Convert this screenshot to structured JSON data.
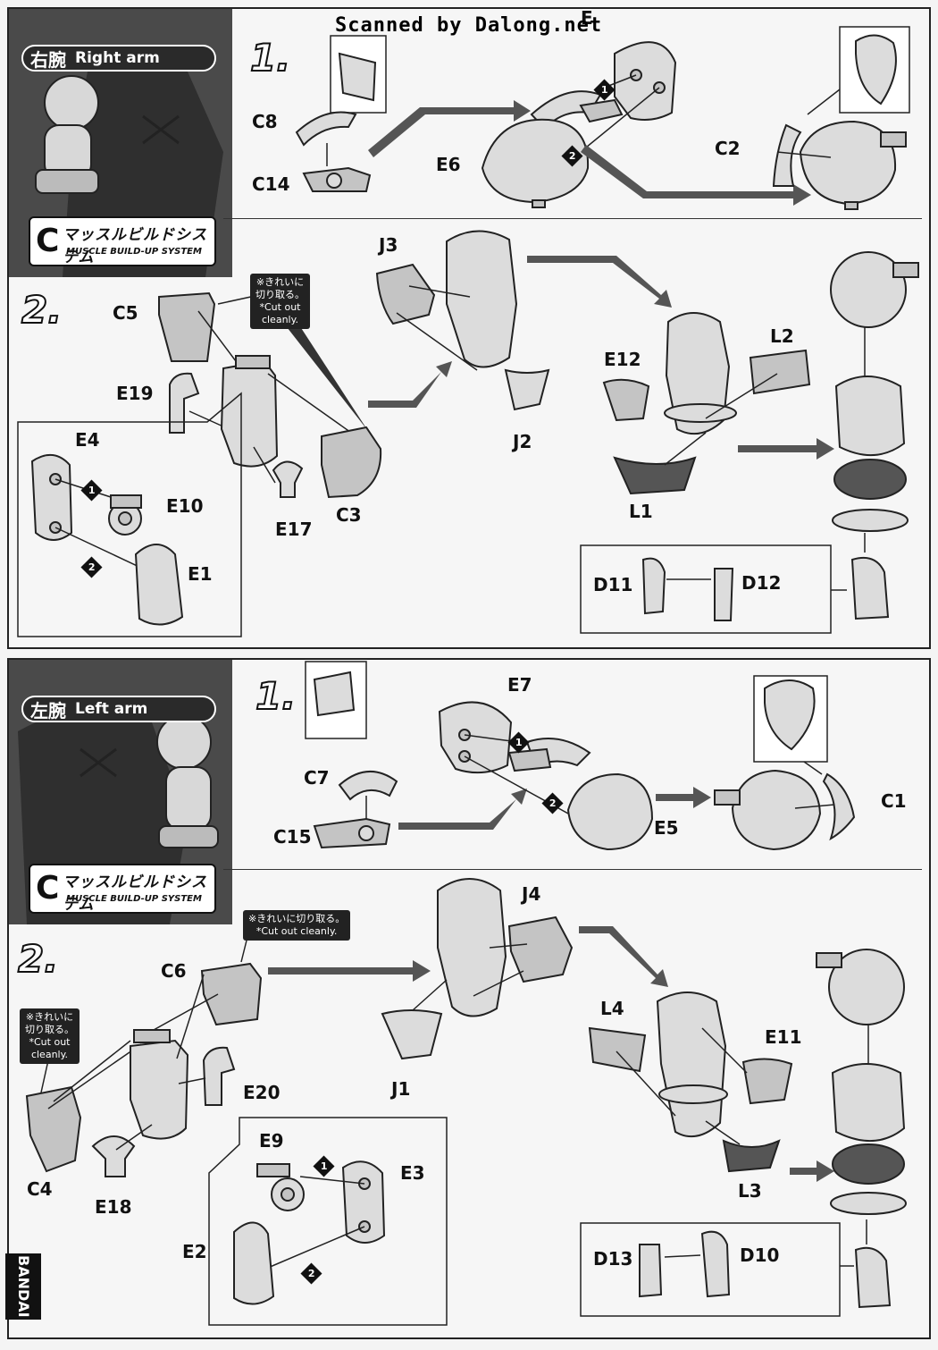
{
  "watermark": "Scanned by Dalong.net",
  "right_arm": {
    "title_jp": "右腕",
    "title_en": "Right arm",
    "logo_jp": "マッスルビルドシステム",
    "logo_en": "MUSCLE BUILD-UP SYSTEM",
    "step1": "1.",
    "step2": "2.",
    "labels": {
      "c8": "C8",
      "c14": "C14",
      "e6": "E6",
      "e_top": "E",
      "c2": "C2",
      "c5": "C5",
      "e19": "E19",
      "e4": "E4",
      "e10": "E10",
      "e1": "E1",
      "e17": "E17",
      "c3": "C3",
      "j3": "J3",
      "j2": "J2",
      "e12": "E12",
      "l2": "L2",
      "l1": "L1",
      "d11": "D11",
      "d12": "D12"
    },
    "note": "※きれいに\n切り取る。\n*Cut out\ncleanly."
  },
  "left_arm": {
    "title_jp": "左腕",
    "title_en": "Left arm",
    "logo_jp": "マッスルビルドシステム",
    "logo_en": "MUSCLE BUILD-UP SYSTEM",
    "step1": "1.",
    "step2": "2.",
    "labels": {
      "c7": "C7",
      "c15": "C15",
      "e7": "E7",
      "e5": "E5",
      "c1": "C1",
      "c6": "C6",
      "c4": "C4",
      "e20": "E20",
      "e18": "E18",
      "e9": "E9",
      "e3": "E3",
      "e2": "E2",
      "j4": "J4",
      "j1": "J1",
      "l4": "L4",
      "e11": "E11",
      "l3": "L3",
      "d13": "D13",
      "d10": "D10"
    },
    "note1": "※きれいに切り取る。\n*Cut out cleanly.",
    "note2": "※きれいに\n切り取る。\n*Cut out\ncleanly."
  },
  "order_marks": [
    "1",
    "2"
  ],
  "brand": "BANDAI"
}
